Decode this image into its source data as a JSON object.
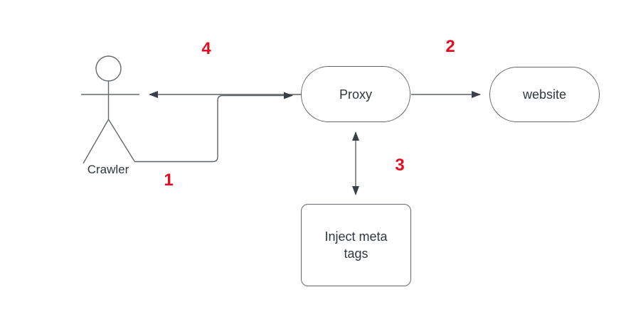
{
  "palette": {
    "canvas_bg": "#ffffff",
    "node_bg": "#ffffff",
    "stroke": "#64686e",
    "arrow": "#5c6167",
    "arrowhead": "#3a4047",
    "text": "#31373d",
    "number": "#e60b1e"
  },
  "nodes": {
    "crawler": {
      "label": "Crawler",
      "shape": "stick-figure"
    },
    "proxy": {
      "label": "Proxy",
      "shape": "stadium"
    },
    "website": {
      "label": "website",
      "shape": "stadium"
    },
    "inject_meta_tags": {
      "label": "Inject  meta\ntags",
      "shape": "rounded-rect"
    }
  },
  "step_labels": {
    "step1": "1",
    "step2": "2",
    "step3": "3",
    "step4": "4"
  },
  "arrows": [
    {
      "name": "crawler-to-proxy",
      "step": "1",
      "from": "crawler",
      "to": "proxy",
      "style": "elbow-single-head"
    },
    {
      "name": "proxy-to-website",
      "step": "2",
      "from": "proxy",
      "to": "website",
      "style": "straight-single-head"
    },
    {
      "name": "proxy-inject-bidirectional",
      "step": "3",
      "from": "proxy",
      "to": "inject_meta_tags",
      "style": "vertical-double-head"
    },
    {
      "name": "proxy-to-crawler",
      "step": "4",
      "from": "proxy",
      "to": "crawler",
      "style": "straight-single-head"
    }
  ]
}
